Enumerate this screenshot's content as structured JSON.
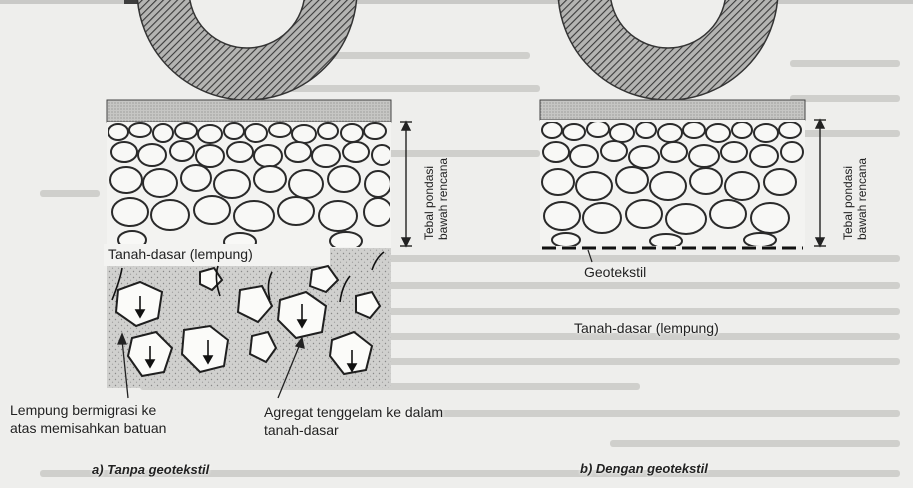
{
  "toolbar": {
    "dark_button_color": "#3d3d3d",
    "blue_button_color": "#2196f3"
  },
  "panel_a": {
    "subgrade_label": "Tanah-dasar (lempung)",
    "thickness_label_line1": "Tebal pondasi",
    "thickness_label_line2": "bawah rencana",
    "clay_migration_line1": "Lempung bermigrasi ke",
    "clay_migration_line2": "atas memisahkan batuan",
    "aggregate_sink_line1": "Agregat tenggelam ke dalam",
    "aggregate_sink_line2": "tanah-dasar",
    "caption": "a) Tanpa geotekstil"
  },
  "panel_b": {
    "geotextile_label": "Geotekstil",
    "subgrade_label": "Tanah-dasar (lempung)",
    "thickness_label_line1": "Tebal pondasi",
    "thickness_label_line2": "bawah rencana",
    "caption": "b) Dengan geotekstil"
  }
}
